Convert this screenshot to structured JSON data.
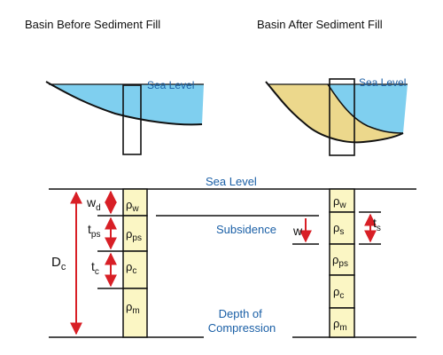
{
  "titles": {
    "before": "Basin Before Sediment Fill",
    "after": "Basin After Sediment Fill"
  },
  "sea_level_label": "Sea Level",
  "subsidence_label": "Subsidence",
  "depth_of_compression": [
    "Depth of",
    "Compression"
  ],
  "rho": "ρ",
  "column_left": {
    "layers": [
      {
        "sub": "w"
      },
      {
        "sub": "ps"
      },
      {
        "sub": "c"
      },
      {
        "sub": "m"
      }
    ]
  },
  "column_right": {
    "layers": [
      {
        "sub": "w"
      },
      {
        "sub": "s"
      },
      {
        "sub": "ps"
      },
      {
        "sub": "c"
      },
      {
        "sub": "m"
      }
    ]
  },
  "dims_left": [
    {
      "base": "w",
      "sub": "d"
    },
    {
      "base": "t",
      "sub": "ps"
    },
    {
      "base": "t",
      "sub": "c"
    }
  ],
  "dim_total": {
    "base": "D",
    "sub": "c"
  },
  "dim_subsidence": {
    "base": "w",
    "sub": ""
  },
  "dim_sediment": {
    "base": "t",
    "sub": "s"
  },
  "colors": {
    "water": "#7fcfef",
    "sediment": "#ecd88c",
    "column_fill": "#fbf6c4",
    "arrow": "#d81f26",
    "label_blue": "#1a5fa6",
    "line": "#111111"
  }
}
